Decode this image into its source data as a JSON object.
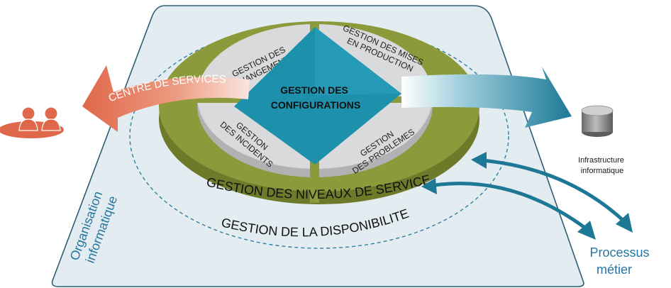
{
  "diagram": {
    "center": {
      "line1": "GESTION DES",
      "line2": "CONFIGURATIONS"
    },
    "segments": {
      "changements": {
        "line1": "GESTION DES",
        "line2": "CHANGEMENTS"
      },
      "mises_en_production": {
        "line1": "GESTION DES MISES",
        "line2": "EN PRODUCTION"
      },
      "incidents": {
        "line1": "GESTION",
        "line2": "DES INCIDENTS"
      },
      "problemes": {
        "line1": "GESTION",
        "line2": "DES PROBLEMES"
      }
    },
    "ring_label": "GESTION DES NIVEAUX DE SERVICE",
    "outer_label": "GESTION DE LA DISPONIBILITE",
    "service_desk": "CENTRE DE SERVICES",
    "organisation": {
      "line1": "Organisation",
      "line2": "informatique"
    },
    "infrastructure": {
      "line1": "Infrastructure",
      "line2": "informatique"
    },
    "processus": {
      "line1": "Processus",
      "line2": "métier"
    },
    "colors": {
      "platform_fill": "#e3edf1",
      "platform_stroke": "#2d5f73",
      "ring_green": "#8c9a3c",
      "ring_green_dark": "#6d7a2a",
      "segment_fill": "#d9dadb",
      "diamond_blue": "#1d90ac",
      "arrow_orange": "#e0684a",
      "arrow_blue": "#1d7896",
      "dashed_blue": "#2f7fa0"
    },
    "icons": [
      "users-icon",
      "database-icon"
    ]
  }
}
